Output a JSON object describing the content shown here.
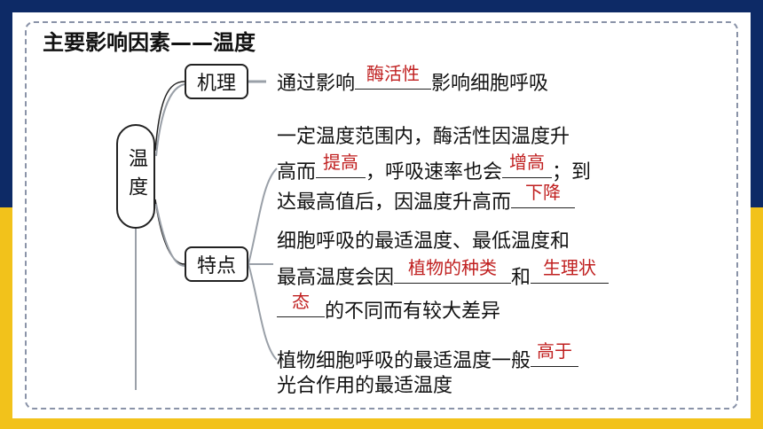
{
  "title": "主要影响因素——温度",
  "root_node": "温度",
  "mechanism": {
    "label": "机理",
    "pre": "通过影响",
    "answer": "酶活性",
    "post": "影响细胞呼吸"
  },
  "features": {
    "label": "特点",
    "p1": {
      "line1": "一定温度范围内，酶活性因温度升",
      "line2_pre": "高而",
      "ans1": "提高",
      "line2_mid": "，呼吸速率也会",
      "ans2": "增高",
      "line2_post": "；到",
      "line3_pre": "达最高值后，因温度升高而",
      "ans3": "下降"
    },
    "p2": {
      "line1": "细胞呼吸的最适温度、最低温度和",
      "line2_pre": "最高温度会因",
      "ans1": "植物的种类",
      "line2_mid": "和",
      "ans2_a": "生理状",
      "ans2_b": "态",
      "line3_post": "的不同而有较大差异"
    },
    "p3": {
      "line1_pre": "植物细胞呼吸的最适温度一般",
      "ans": "高于",
      "line2": "光合作用的最适温度"
    }
  },
  "colors": {
    "band_top": "#0d2a66",
    "band_bottom": "#f2c21b",
    "answer": "#c02020"
  }
}
